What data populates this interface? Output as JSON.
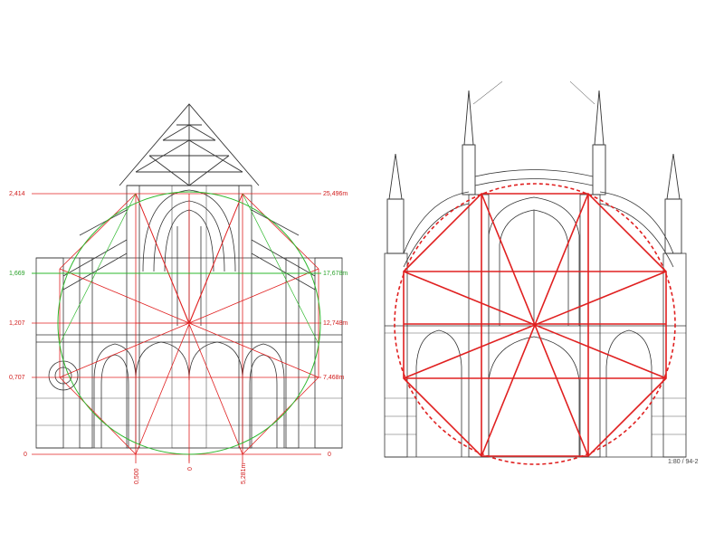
{
  "left_panel": {
    "level_labels": [
      {
        "key": "l2414",
        "ratio": "2,414",
        "height": "25,496m",
        "color": "red"
      },
      {
        "key": "l1669",
        "ratio": "1,669",
        "height": "17,678m",
        "color": "green"
      },
      {
        "key": "l1207",
        "ratio": "1,207",
        "height": "12,748m",
        "color": "red"
      },
      {
        "key": "l0707",
        "ratio": "0,707",
        "height": "7,468m",
        "color": "red"
      },
      {
        "key": "l0",
        "ratio": "0",
        "height": "0",
        "color": "red"
      }
    ],
    "bottom_labels": {
      "left": "0,500",
      "center": "0",
      "right": "5,281m"
    }
  },
  "right_panel": {
    "signature": "1:80 / 94-2"
  },
  "colors": {
    "construction_red": "#e02020",
    "construction_green": "#2db82d",
    "ink": "#333333"
  }
}
